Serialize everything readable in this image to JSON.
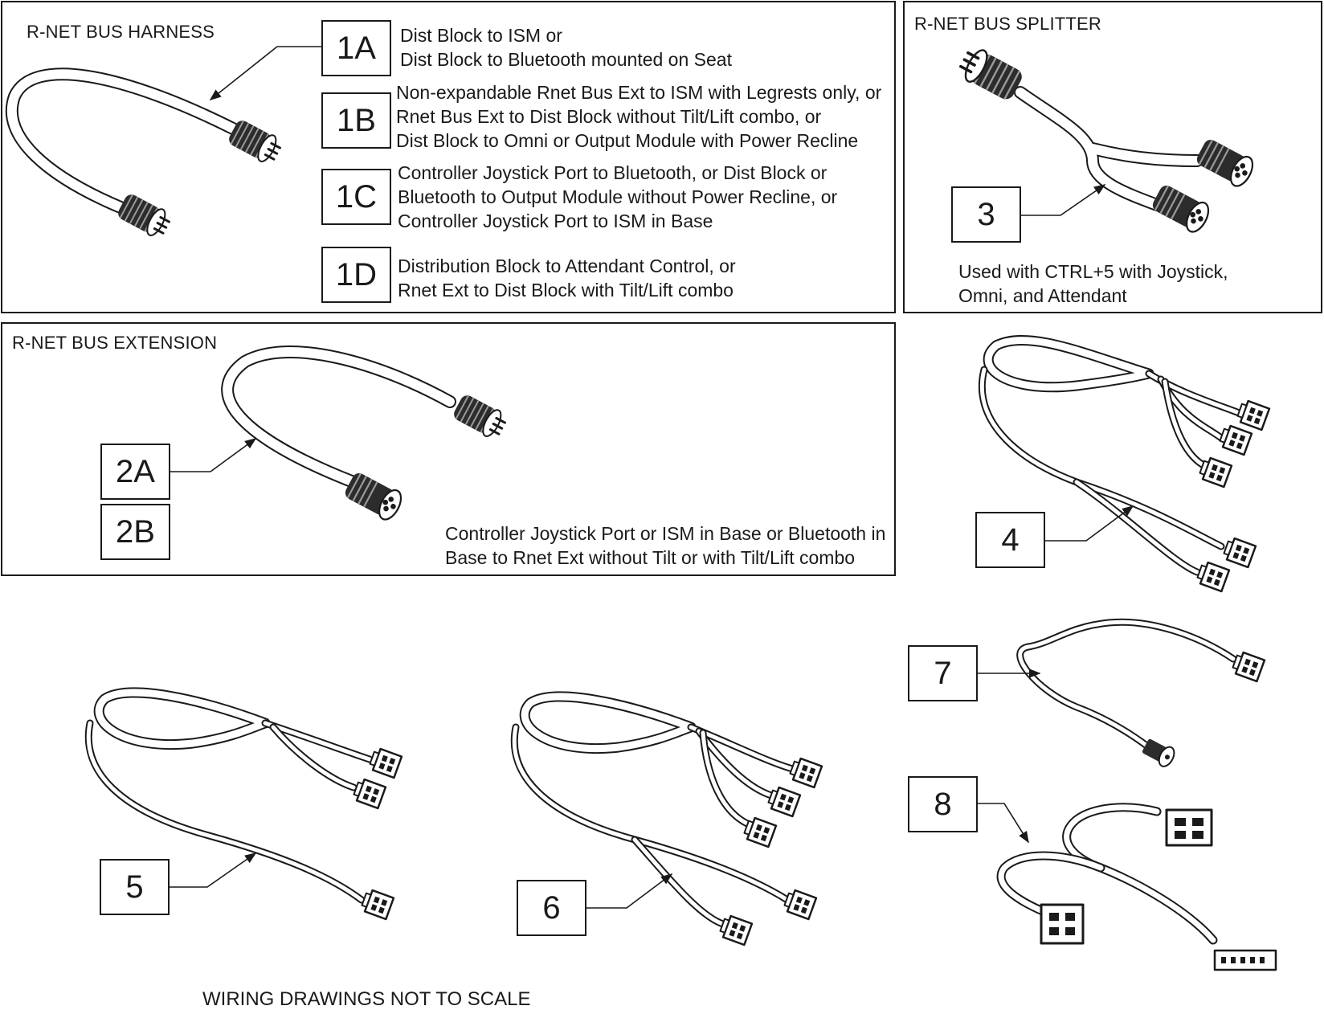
{
  "panels": {
    "harness": {
      "title": "R-NET BUS HARNESS",
      "items": [
        {
          "label": "1A",
          "lines": [
            "Dist Block to ISM or",
            "Dist Block to Bluetooth mounted on Seat"
          ]
        },
        {
          "label": "1B",
          "lines": [
            "Non-expandable Rnet Bus Ext to ISM with Legrests only, or",
            "Rnet Bus Ext to Dist Block without Tilt/Lift combo, or",
            "Dist Block to Omni or Output Module with Power Recline"
          ]
        },
        {
          "label": "1C",
          "lines": [
            "Controller Joystick Port to Bluetooth, or Dist Block or",
            "Bluetooth to Output Module without Power Recline, or",
            "Controller Joystick Port to ISM in Base"
          ]
        },
        {
          "label": "1D",
          "lines": [
            "Distribution Block to Attendant Control, or",
            "Rnet Ext to Dist Block with Tilt/Lift combo"
          ]
        }
      ]
    },
    "splitter": {
      "title": "R-NET BUS SPLITTER",
      "label": "3",
      "lines": [
        "Used with CTRL+5 with Joystick,",
        "Omni, and Attendant"
      ]
    },
    "extension": {
      "title": "R-NET BUS EXTENSION",
      "labels": [
        "2A",
        "2B"
      ],
      "lines": [
        "Controller Joystick Port or ISM in Base or Bluetooth in",
        "Base to Rnet Ext without Tilt or with Tilt/Lift combo"
      ]
    }
  },
  "callouts": [
    "4",
    "5",
    "6",
    "7",
    "8"
  ],
  "footer": "WIRING DRAWINGS NOT TO SCALE"
}
